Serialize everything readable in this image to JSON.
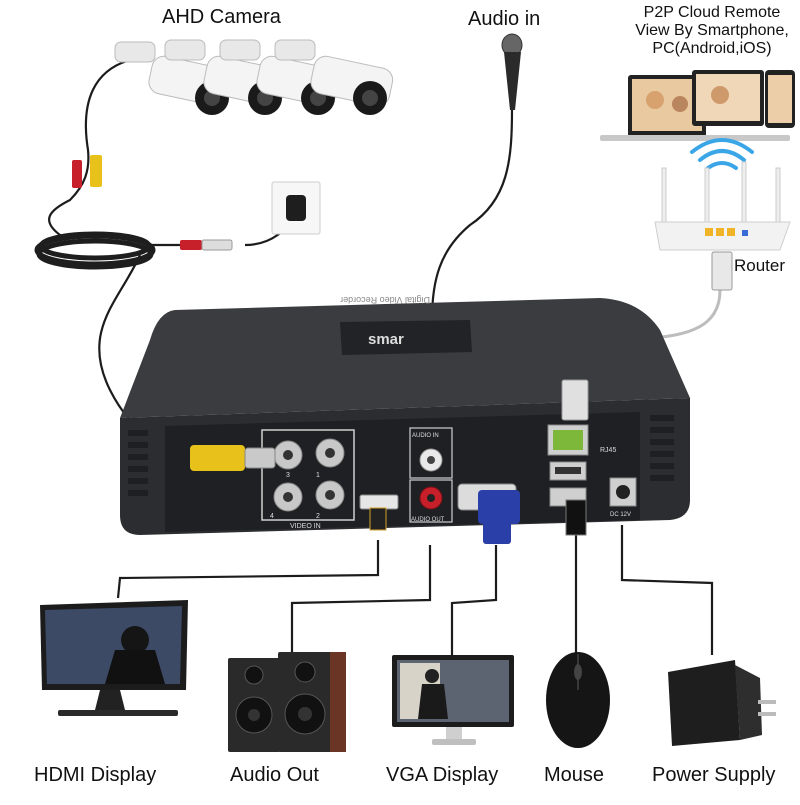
{
  "labels": {
    "ahd_camera": "AHD Camera",
    "audio_in": "Audio in",
    "p2p_line1": "P2P Cloud Remote",
    "p2p_line2": "View By Smartphone,",
    "p2p_line3": "PC(Android,iOS)",
    "router": "Router",
    "hdmi_display": "HDMI Display",
    "audio_out": "Audio Out",
    "vga_display": "VGA Display",
    "mouse": "Mouse",
    "power_supply": "Power Supply"
  },
  "dvr": {
    "brand": "smar",
    "top_text": "Digital Video Recorder",
    "video_in": "VIDEO IN",
    "audio_in_port": "AUDIO IN",
    "audio_out_port": "AUDIO OUT",
    "rj45": "RJ45",
    "dc": "DC 12V",
    "ch1": "1",
    "ch2": "2",
    "ch3": "3",
    "ch4": "4"
  },
  "colors": {
    "dvr_body": "#2b2d30",
    "dvr_top": "#3a3c40",
    "cable": "#1c1c1c",
    "bnc_yellow": "#e8c21a",
    "rca_red": "#c8202a",
    "vga_blue": "#2a3fa8",
    "rj45_green": "#7db83a",
    "router_white": "#f2f2f2",
    "wifi_blue": "#3aa6e8"
  }
}
